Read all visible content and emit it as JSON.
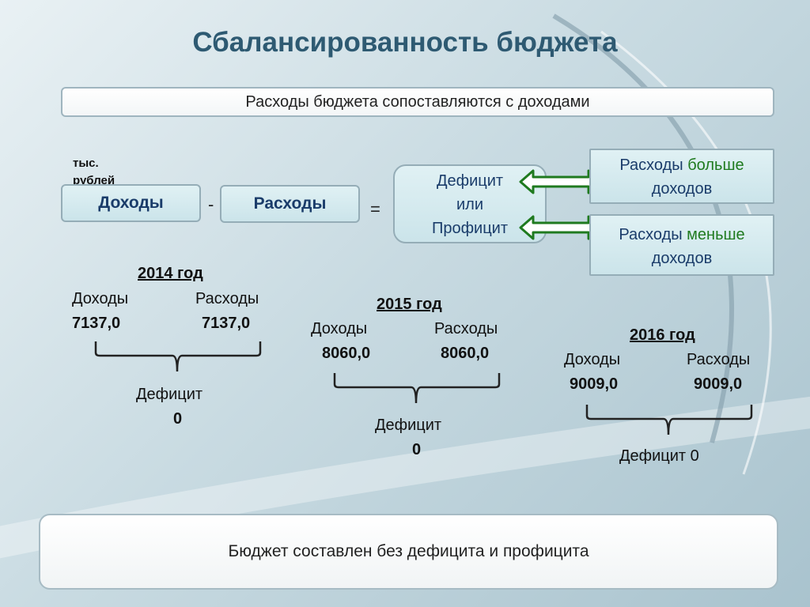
{
  "title": "Сбалансированность бюджета",
  "banner": "Расходы бюджета сопоставляются с доходами",
  "unit_line1": "тыс.",
  "unit_line2": "рублей",
  "formula": {
    "income": "Доходы",
    "minus": "-",
    "expenses": "Расходы",
    "equals": "=",
    "result_line1": "Дефицит",
    "result_line2": "или",
    "result_line3": "Профицит"
  },
  "outcomes": {
    "more_prefix": "Расходы ",
    "more_word": "больше",
    "more_suffix": "доходов",
    "less_prefix": "Расходы ",
    "less_word": "меньше",
    "less_suffix": "доходов"
  },
  "years": [
    {
      "year": "2014 год",
      "income_label": "Доходы",
      "expenses_label": "Расходы",
      "income": "7137,0",
      "expenses": "7137,0",
      "deficit_label": "Дефицит",
      "deficit": "0"
    },
    {
      "year": "2015 год",
      "income_label": "Доходы",
      "expenses_label": "Расходы",
      "income": "8060,0",
      "expenses": "8060,0",
      "deficit_label": "Дефицит",
      "deficit": "0"
    },
    {
      "year": "2016 год",
      "income_label": "Доходы",
      "expenses_label": "Расходы",
      "income": "9009,0",
      "expenses": "9009,0",
      "deficit_label": "Дефицит 0",
      "deficit": ""
    }
  ],
  "footer": "Бюджет составлен без дефицита и профицита",
  "colors": {
    "title": "#2e5a72",
    "box_fill": "#d6ebef",
    "arrow": "#1f7a1f"
  }
}
